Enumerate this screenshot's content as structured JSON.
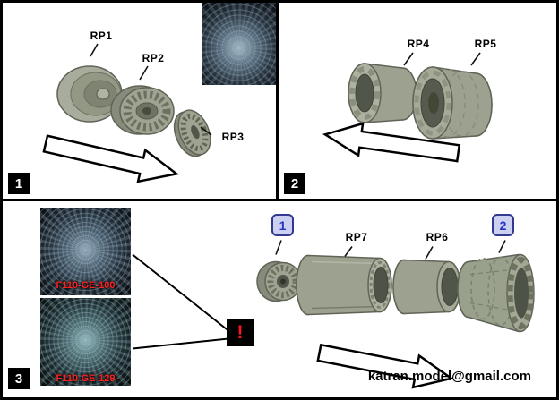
{
  "sheet": {
    "email": "katran.model@gmail.com"
  },
  "steps": {
    "s1": {
      "number": "1",
      "rp1": "RP1",
      "rp2": "RP2",
      "rp3": "RP3"
    },
    "s2": {
      "number": "2",
      "rp4": "RP4",
      "rp5": "RP5"
    },
    "s3": {
      "number": "3",
      "rp7": "RP7",
      "rp6": "RP6",
      "variant1": "1",
      "variant2": "2",
      "warning": "!",
      "photo_top_caption": "F110-GE-100",
      "photo_bottom_caption": "F110-GE-129"
    }
  },
  "colors": {
    "caption_red": "#ff2222",
    "warning_red": "#ff1515",
    "badge_bg": "#ccd0f1",
    "badge_border": "#32398f",
    "badge_text": "#2733c4",
    "resin_gray": "#9da290",
    "frame_black": "#000000"
  },
  "icons": {
    "arrow": "assembly-direction-arrow",
    "warning": "exclamation-icon"
  }
}
